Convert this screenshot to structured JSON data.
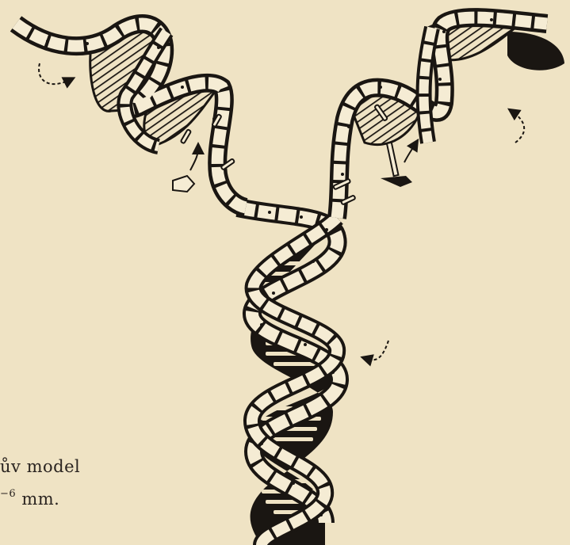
{
  "caption": {
    "line1": "ův model",
    "line2_prefix": "",
    "line2_superscript": "−6",
    "line2_suffix": " mm."
  },
  "colors": {
    "paper": "#efe3c4",
    "ink": "#1a1612",
    "strand_fill": "#f5ecd4"
  },
  "icons": [
    "rotation-arrow-icon",
    "nucleotide-arrow-icon"
  ]
}
